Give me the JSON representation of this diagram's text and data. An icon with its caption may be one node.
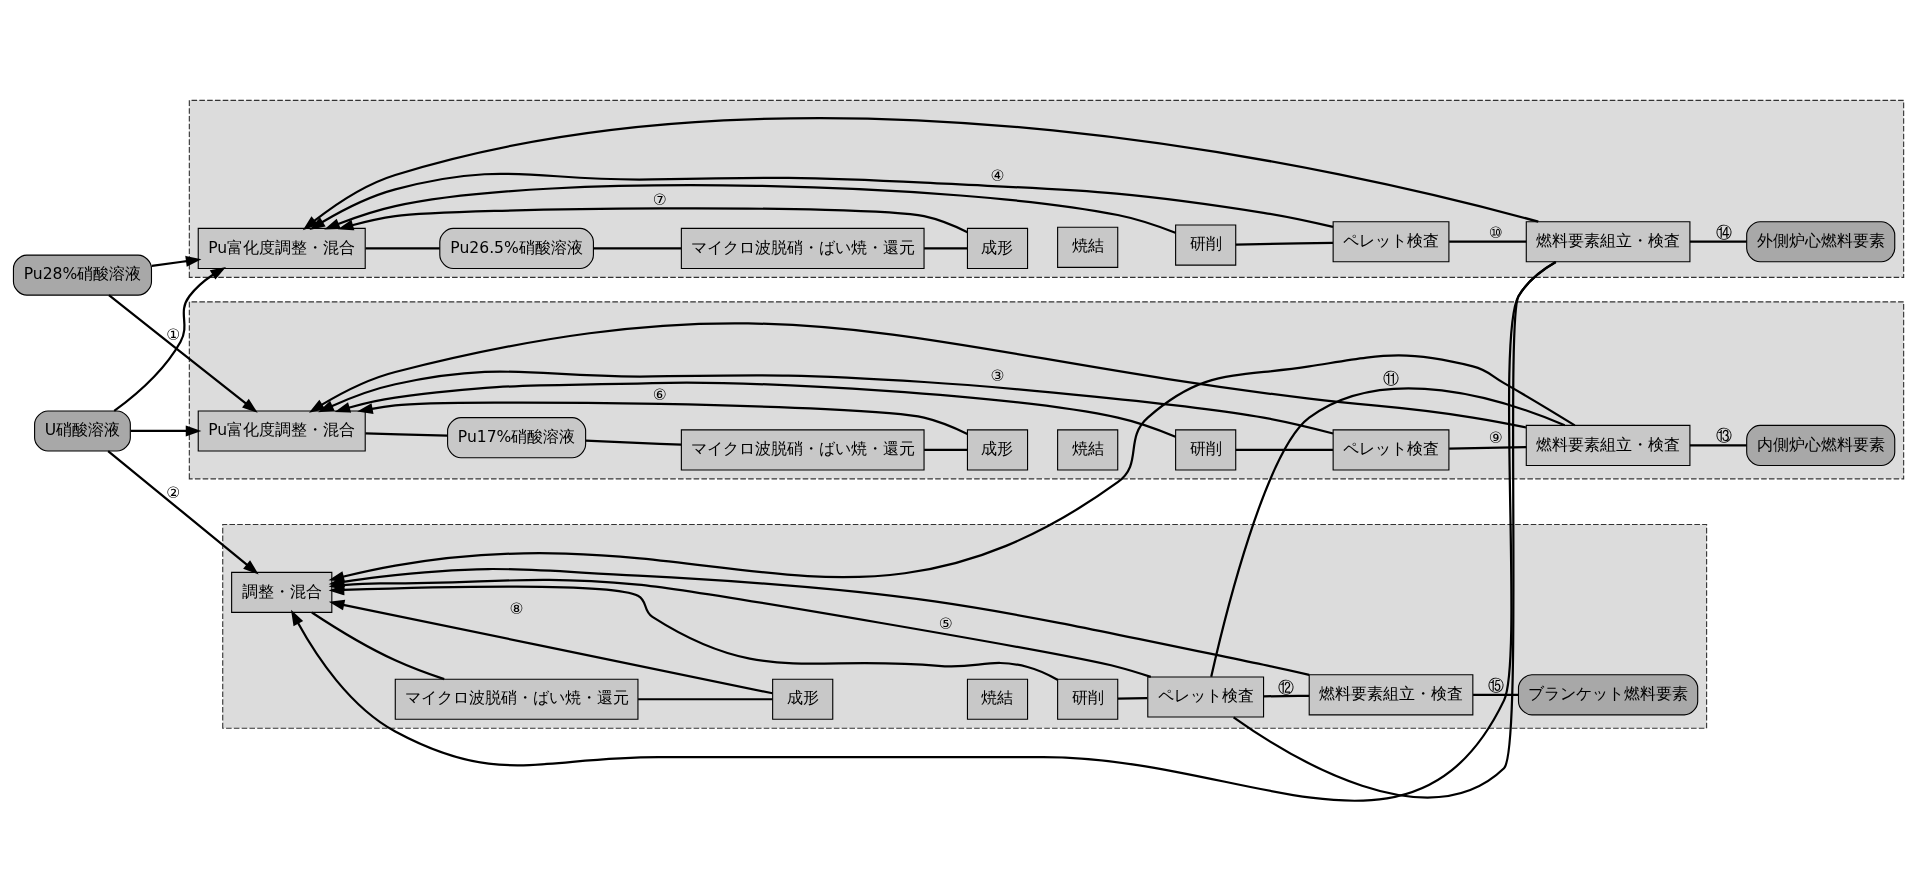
{
  "diagram": {
    "nodes": [
      {
        "text": [
          "Pu28%硝酸溶液"
        ]
      },
      {
        "text": [
          "U硝酸溶液"
        ]
      },
      {
        "text": [],
        "shape": "box"
      },
      {
        "text": [
          "Pu富化度調整・混合"
        ],
        "in": 2
      },
      {
        "text": [
          "Pu17%硝酸溶液"
        ],
        "in": 2
      },
      {
        "text": [
          "マイクロ波脱硝・ばい焼・還元"
        ],
        "in": 2
      },
      {
        "text": [
          "成形"
        ],
        "in": 2
      },
      {
        "text": [
          "焼結"
        ],
        "in": 2
      },
      {
        "text": [
          "研削"
        ],
        "in": 2
      },
      {
        "text": [
          "ペレット検査"
        ],
        "in": 2
      },
      {
        "text": [
          "燃料要素組立・検査"
        ],
        "in": 2
      },
      {
        "text": [
          "内側炉心燃料要素"
        ],
        "in": 2
      },
      {
        "text": [],
        "shape": "box"
      },
      {
        "text": [
          "Pu富化度調整・混合"
        ],
        "in": 12
      },
      {
        "text": [
          "Pu26.5%硝酸溶液"
        ],
        "in": 12
      },
      {
        "text": [
          "マイクロ波脱硝・ばい焼・還元"
        ],
        "in": 12
      },
      {
        "text": [
          "成形"
        ],
        "in": 12
      },
      {
        "text": [
          "焼結"
        ],
        "in": 12
      },
      {
        "text": [
          "研削"
        ],
        "in": 12
      },
      {
        "text": [
          "ペレット検査"
        ],
        "in": 12
      },
      {
        "text": [
          "燃料要素組立・検査"
        ],
        "in": 12
      },
      {
        "text": [
          "外側炉心燃料要素"
        ],
        "in": 12
      },
      {
        "text": [],
        "shape": "box"
      },
      {
        "text": [
          "調整・混合"
        ],
        "in": 22
      },
      {
        "text": [
          "マイクロ波脱硝・ばい焼・還元"
        ],
        "in": 22
      },
      {
        "text": [
          "成形"
        ],
        "in": 22
      },
      {
        "text": [
          "焼結"
        ],
        "in": 22
      },
      {
        "text": [
          "研削"
        ],
        "in": 22
      },
      {
        "text": [
          "ペレット検査"
        ],
        "in": 22
      },
      {
        "text": [
          "燃料要素組立・検査"
        ],
        "in": 22
      },
      {
        "text": [
          "ブランケット燃料要素"
        ],
        "in": 22
      }
    ],
    "edges": [
      {
        "from": 0,
        "to": 3,
        "arrow": "to",
        "label": "①"
      },
      {
        "from": 0,
        "to": 13,
        "arrow": "to"
      },
      {
        "from": 1,
        "to": 23,
        "arrow": "to",
        "label": "②"
      },
      {
        "from": 1,
        "to": 3,
        "arrow": "to"
      },
      {
        "from": 1,
        "to": 13,
        "arrow": "to"
      },
      {
        "from": 3,
        "to": 4,
        "arrow": "none"
      },
      {
        "from": 4,
        "to": 5,
        "arrow": "none"
      },
      {
        "from": 5,
        "to": 6,
        "arrow": "none"
      },
      {
        "from": 8,
        "to": 9,
        "arrow": "none"
      },
      {
        "from": 9,
        "to": 10,
        "arrow": "none",
        "label": "⑨"
      },
      {
        "from": 10,
        "to": 11,
        "arrow": "none",
        "label": "⑬"
      },
      {
        "from": 13,
        "to": 14,
        "arrow": "none"
      },
      {
        "from": 14,
        "to": 15,
        "arrow": "none"
      },
      {
        "from": 15,
        "to": 16,
        "arrow": "none"
      },
      {
        "from": 18,
        "to": 19,
        "arrow": "none"
      },
      {
        "from": 19,
        "to": 20,
        "arrow": "none",
        "label": "⑩"
      },
      {
        "from": 20,
        "to": 21,
        "arrow": "none",
        "label": "⑭"
      },
      {
        "from": 23,
        "to": 24,
        "arrow": "none"
      },
      {
        "from": 24,
        "to": 25,
        "arrow": "none"
      },
      {
        "from": 27,
        "to": 28,
        "arrow": "none"
      },
      {
        "from": 28,
        "to": 29,
        "arrow": "none",
        "label": "⑫"
      },
      {
        "from": 29,
        "to": 30,
        "arrow": "none",
        "label": "⑮"
      },
      {
        "from": 28,
        "to": 10,
        "arrow": "none",
        "label": "⑪"
      },
      {
        "from": 28,
        "to": 20,
        "arrow": "none"
      },
      {
        "from": 9,
        "to": 3,
        "arrow": "to",
        "label": "③"
      },
      {
        "from": 10,
        "to": 3,
        "arrow": "to"
      },
      {
        "from": 6,
        "to": 3,
        "arrow": "to",
        "label": "⑥"
      },
      {
        "from": 8,
        "to": 3,
        "arrow": "to"
      },
      {
        "from": 19,
        "to": 13,
        "arrow": "to",
        "label": "④"
      },
      {
        "from": 20,
        "to": 13,
        "arrow": "to"
      },
      {
        "from": 16,
        "to": 13,
        "arrow": "to",
        "label": "⑦"
      },
      {
        "from": 18,
        "to": 13,
        "arrow": "to"
      },
      {
        "from": 28,
        "to": 23,
        "arrow": "to",
        "label": "⑤"
      },
      {
        "from": 29,
        "to": 23,
        "arrow": "to"
      },
      {
        "from": 10,
        "to": 23,
        "arrow": "to"
      },
      {
        "from": 20,
        "to": 23,
        "arrow": "to"
      },
      {
        "from": 25,
        "to": 23,
        "arrow": "to",
        "label": "⑧"
      },
      {
        "from": 27,
        "to": 23,
        "arrow": "to"
      }
    ]
  }
}
